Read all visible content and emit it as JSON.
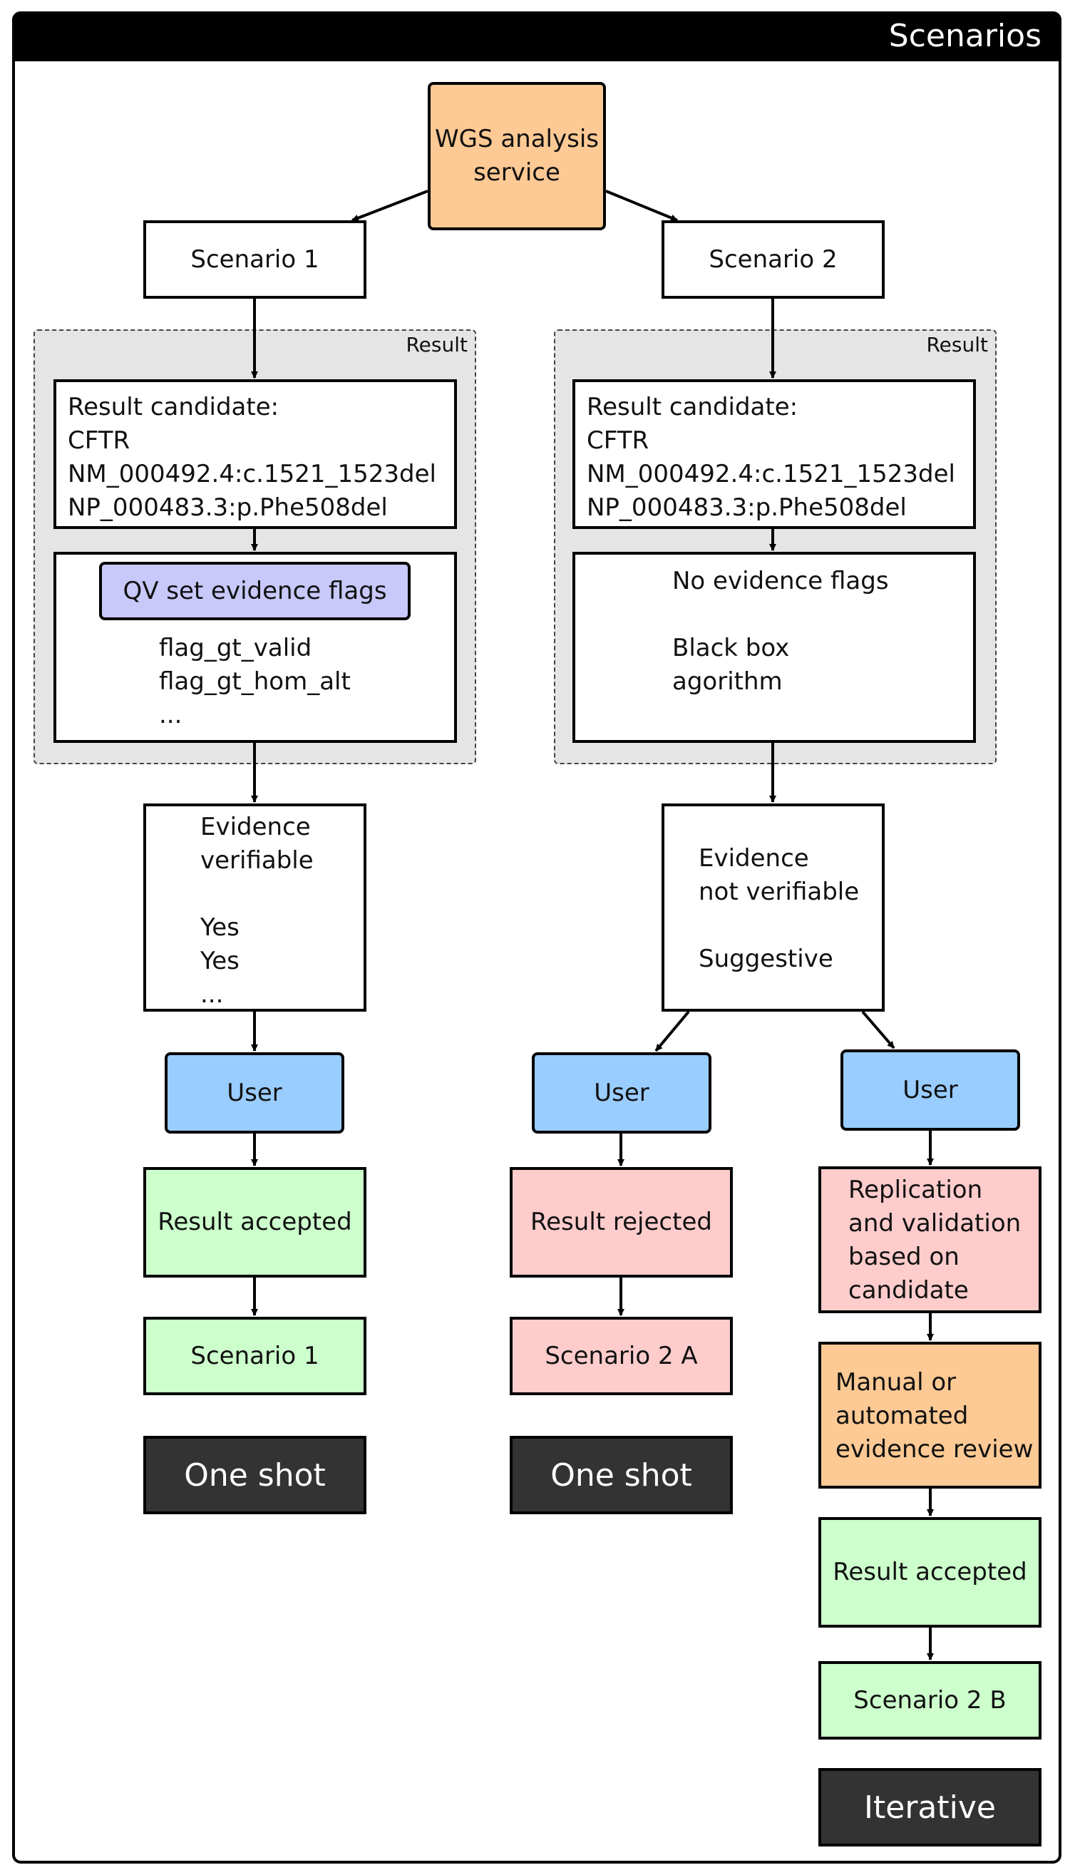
{
  "title": "Scenarios",
  "service": "WGS analysis\nservice",
  "left": {
    "scenario": "Scenario 1",
    "group_label": "Result",
    "candidate": "Result candidate:\nCFTR\nNM_000492.4:c.1521_1523del\nNP_000483.3:p.Phe508del",
    "flags_tag": "QV set evidence flags",
    "flags": "flag_gt_valid\nflag_gt_hom_alt\n...",
    "evidence": "Evidence\nverifiable\n\nYes\nYes\n...",
    "user": "User",
    "result": "Result accepted",
    "outcome": "Scenario 1",
    "mode": "One shot"
  },
  "right": {
    "scenario": "Scenario 2",
    "group_label": "Result",
    "candidate": "Result candidate:\nCFTR\nNM_000492.4:c.1521_1523del\nNP_000483.3:p.Phe508del",
    "flags": "No evidence flags\n\nBlack box\nagorithm",
    "evidence": "Evidence\nnot verifiable\n\nSuggestive",
    "branch_a": {
      "user": "User",
      "result": "Result rejected",
      "outcome": "Scenario 2 A",
      "mode": "One shot"
    },
    "branch_b": {
      "user": "User",
      "replication": "Replication\nand validation\nbased on\ncandidate",
      "review": "Manual or\nautomated\nevidence review",
      "result": "Result accepted",
      "outcome": "Scenario 2 B",
      "mode": "Iterative"
    }
  }
}
